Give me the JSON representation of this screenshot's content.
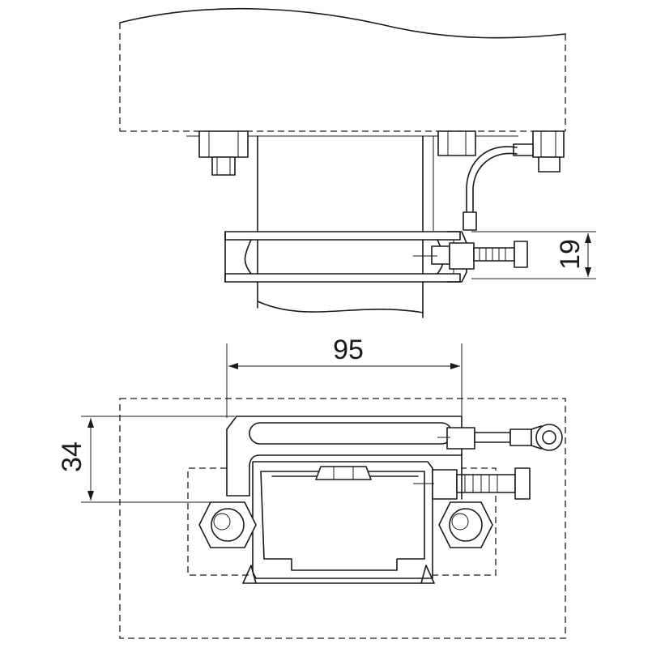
{
  "dimensions": {
    "top_height": "19",
    "bottom_width": "95",
    "bottom_height": "34"
  }
}
